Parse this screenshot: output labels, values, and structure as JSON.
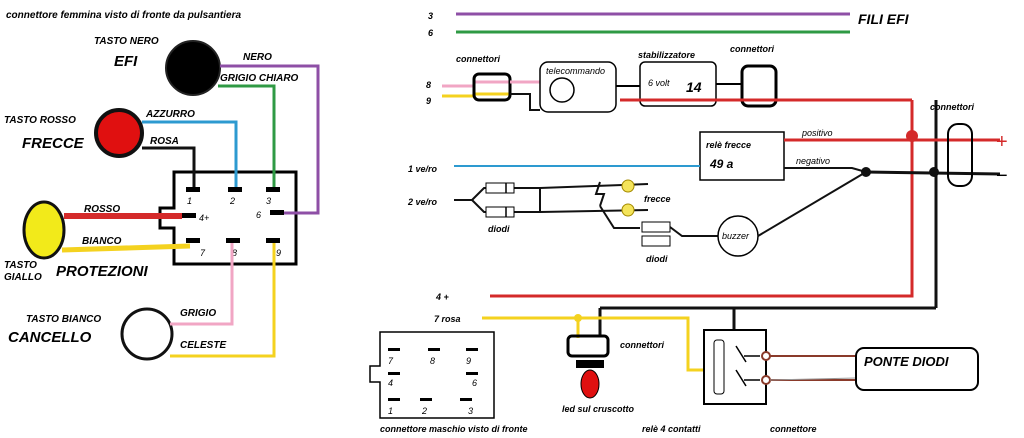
{
  "left": {
    "header": "connettore  femmina visto di fronte  da pulsantiera",
    "tasto_nero": "TASTO NERO",
    "efi": "EFI",
    "nero": "NERO",
    "grigio_chiaro": "GRIGIO CHIARO",
    "tasto_rosso": "TASTO ROSSO",
    "frecce": "FRECCE",
    "azzurro": "AZZURRO",
    "rosa": "ROSA",
    "rosso": "ROSSO",
    "bianco": "BIANCO",
    "tasto_giallo_1": "TASTO",
    "tasto_giallo_2": "GIALLO",
    "protezioni": "PROTEZIONI",
    "tasto_bianco": "TASTO BIANCO",
    "cancello": "CANCELLO",
    "grigio": "GRIGIO",
    "celeste": "CELESTE",
    "pins": {
      "p1": "1",
      "p2": "2",
      "p3": "3",
      "p4": "4+",
      "p6": "6",
      "p7": "7",
      "p8": "8",
      "p9": "9"
    }
  },
  "right": {
    "w3": "3",
    "w6": "6",
    "fili_efi": "FILI EFI",
    "connettori_1": "connettori",
    "telecommando": "telecommando",
    "stabilizzatore": "stabilizzatore",
    "volt": "6 volt",
    "n14": "14",
    "connettori_2": "connettori",
    "w8": "8",
    "w9": "9",
    "connettori_3": "connettori",
    "rele_frecce": "relè frecce",
    "rele_49": "49 a",
    "positivo": "positivo",
    "negativo": "negativo",
    "plus": "+",
    "minus": "−",
    "w1": "1 ve/ro",
    "w2": "2 ve/ro",
    "frecce": "frecce",
    "diodi_1": "diodi",
    "diodi_2": "diodi",
    "buzzer": "buzzer",
    "w4": "4 +",
    "w7": "7 rosa",
    "connettori_4": "connettori",
    "led": "led sul cruscotto",
    "ponte_diodi": "PONTE DIODI",
    "connettore_maschio": "connettore maschio visto di fronte",
    "rele_4": "relè 4 contatti",
    "connettore": "connettore",
    "male_pins": {
      "p7": "7",
      "p8": "8",
      "p9": "9",
      "p4": "4",
      "p6": "6",
      "p1": "1",
      "p2": "2",
      "p3": "3"
    }
  },
  "colors": {
    "red": "#d42a2a",
    "purple": "#8e4fa6",
    "green": "#2f9a44",
    "blue": "#2d9ad0",
    "pink": "#f1a6c4",
    "yellow": "#f4d21f",
    "brown": "#8a3a2a",
    "black": "#111111",
    "gray": "#9a9a9a"
  }
}
